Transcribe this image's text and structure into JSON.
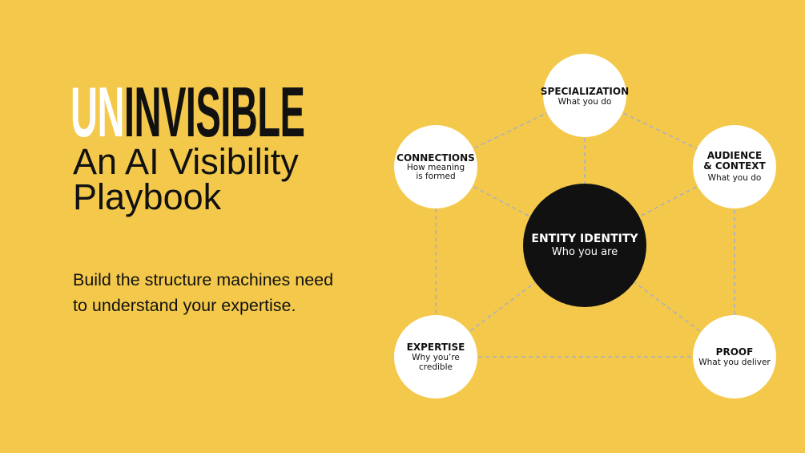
{
  "title": {
    "logo_part1": "UN",
    "logo_part2": "INVISIBLE",
    "subtitle_line1": "An AI Visibility",
    "subtitle_line2": "Playbook"
  },
  "tagline": {
    "line1": "Build the structure machines need",
    "line2": "to understand your expertise."
  },
  "diagram": {
    "center": {
      "title": "ENTITY IDENTITY",
      "subtitle": "Who you are"
    },
    "nodes": [
      {
        "title": "SPECIALIZATION",
        "subtitle": "What you do"
      },
      {
        "title": "AUDIENCE\n& CONTEXT",
        "subtitle": "What you do"
      },
      {
        "title": "PROOF",
        "subtitle": "What you deliver"
      },
      {
        "title": "EXPERTISE",
        "subtitle": "Why you’re credible"
      },
      {
        "title": "CONNECTIONS",
        "subtitle": "How meaning\nis formed"
      }
    ]
  },
  "colors": {
    "background": "#f4c94b",
    "center": "#111111",
    "node": "#ffffff",
    "connector": "#a9b0c2"
  }
}
